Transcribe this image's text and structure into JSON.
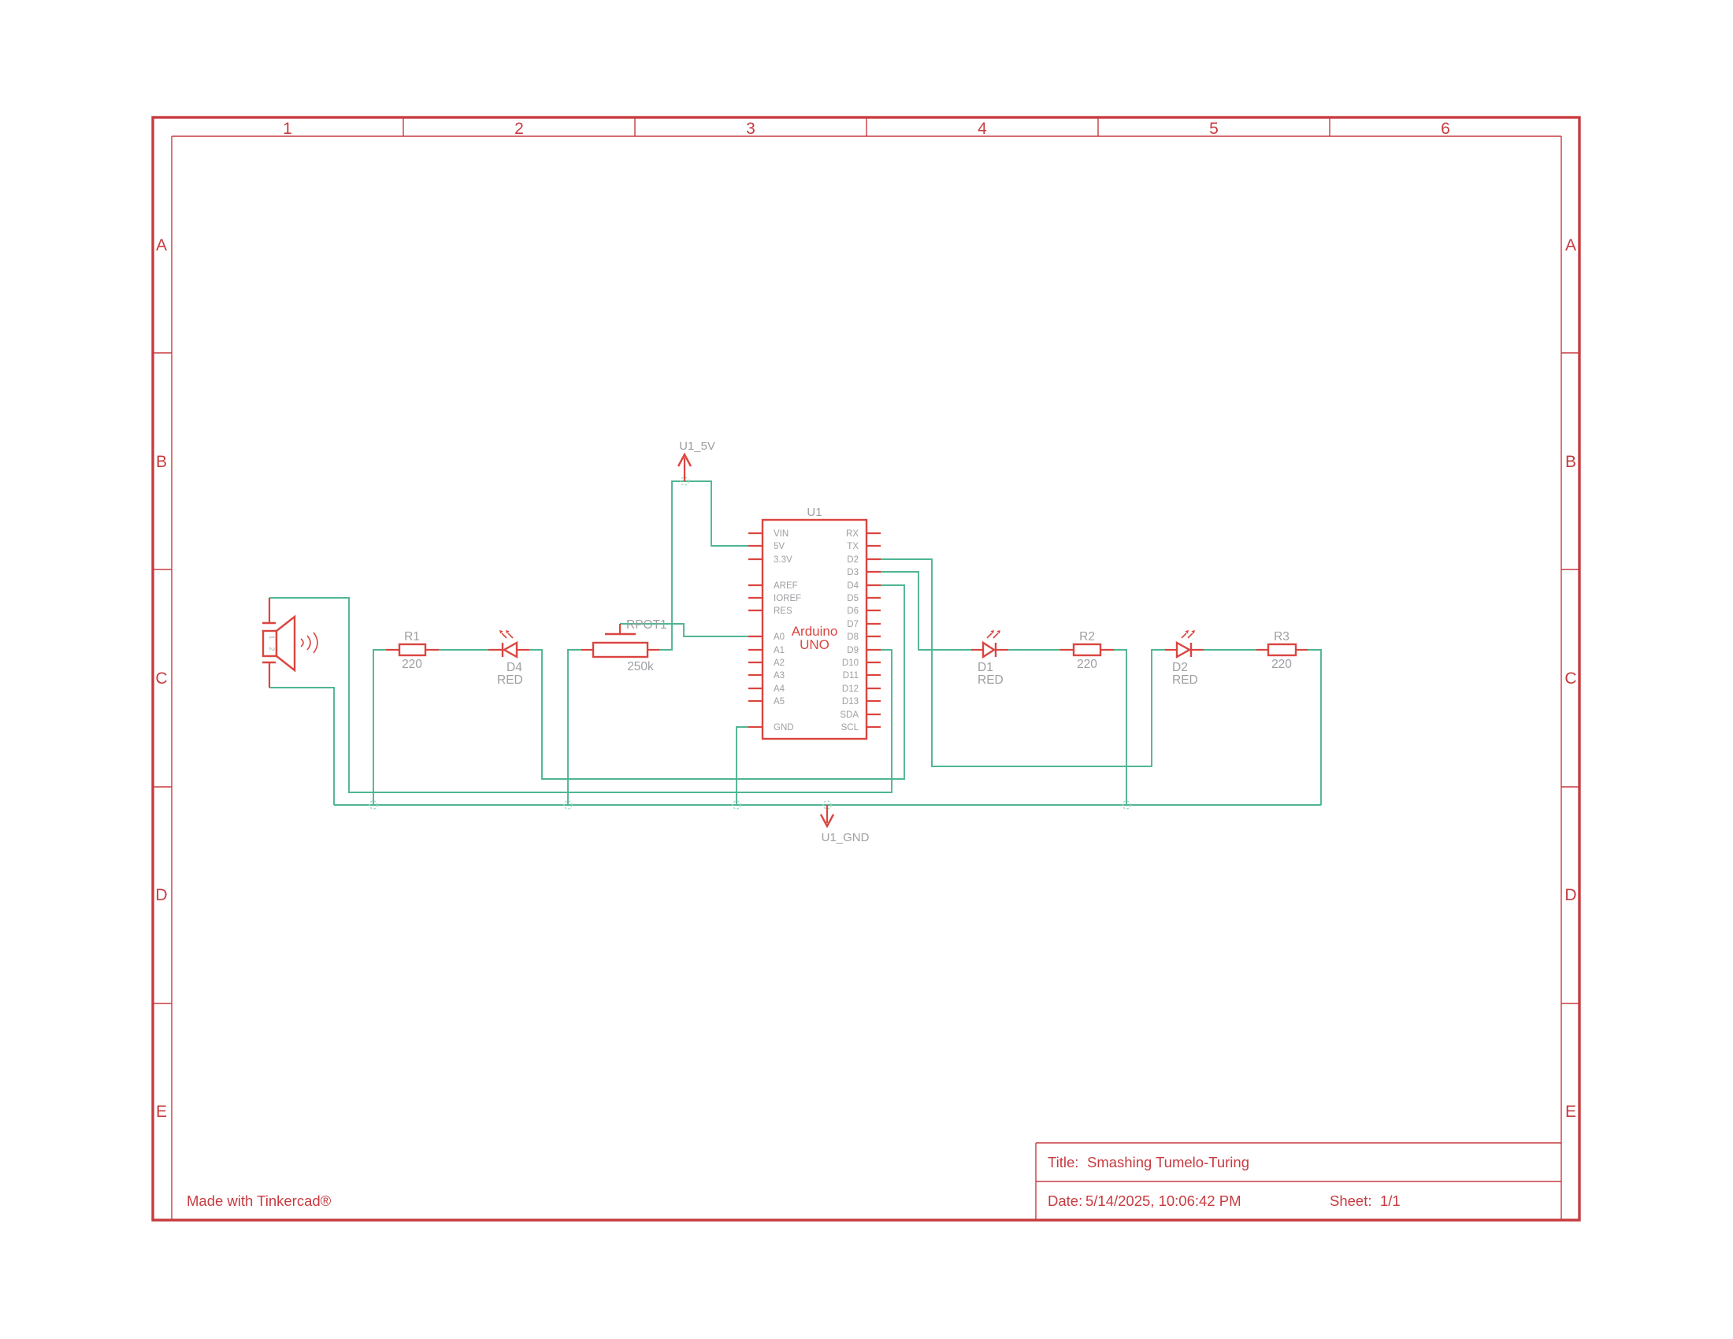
{
  "frame": {
    "cols": [
      "1",
      "2",
      "3",
      "4",
      "5",
      "6"
    ],
    "rows": [
      "A",
      "B",
      "C",
      "D",
      "E"
    ]
  },
  "footer": {
    "credit": "Made with Tinkercad®"
  },
  "title_block": {
    "title_label": "Title:",
    "title": "Smashing Tumelo-Turing",
    "date_label": "Date:",
    "date": "5/14/2025, 10:06:42 PM",
    "sheet_label": "Sheet:",
    "sheet": "1/1"
  },
  "power": {
    "v5_label": "U1_5V",
    "gnd_label": "U1_GND"
  },
  "arduino": {
    "ref": "U1",
    "label_line1": "Arduino",
    "label_line2": "UNO",
    "left_pins": [
      "VIN",
      "5V",
      "3.3V",
      "AREF",
      "IOREF",
      "RES",
      "A0",
      "A1",
      "A2",
      "A3",
      "A4",
      "A5",
      "GND"
    ],
    "right_pins": [
      "RX",
      "TX",
      "D2",
      "D3",
      "D4",
      "D5",
      "D6",
      "D7",
      "D8",
      "D9",
      "D10",
      "D11",
      "D12",
      "D13",
      "SDA",
      "SCL"
    ]
  },
  "components": {
    "speaker": {
      "pin1": "1",
      "pin2": "2"
    },
    "r1": {
      "ref": "R1",
      "value": "220"
    },
    "r2": {
      "ref": "R2",
      "value": "220"
    },
    "r3": {
      "ref": "R3",
      "value": "220"
    },
    "rpot1": {
      "ref": "RPOT1",
      "value": "250k"
    },
    "d1": {
      "ref": "D1",
      "value": "RED"
    },
    "d2": {
      "ref": "D2",
      "value": "RED"
    },
    "d4": {
      "ref": "D4",
      "value": "RED"
    }
  },
  "colors": {
    "frame": "#c73b40",
    "component": "#da4540",
    "wire": "#4fb593",
    "node": "#9ad9bd",
    "label": "#9d9fa2"
  }
}
